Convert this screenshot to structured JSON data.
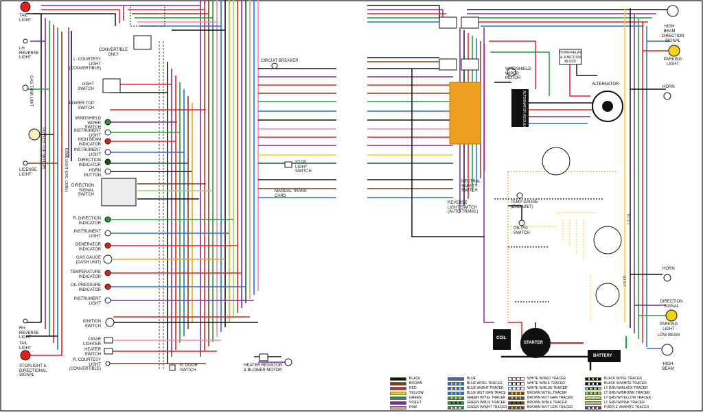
{
  "labels": {
    "tail_light_top": "TAIL\nLIGHT",
    "lh_reverse_light": "LH\nREVERSE\nLIGHT",
    "gas_tank_unit": "GAS TANK\nUNIT",
    "power_top_motor": "POWER\nTOP\nMOTOR",
    "license_light": "LICENSE\nLIGHT",
    "rh_reverse_light": "RH\nREVERSE\nLIGHT",
    "tail_light_bottom": "TAIL\nLIGHT",
    "stoplight_directional": "STOPLIGHT &\nDIRECTIONAL\nSIGNAL",
    "convertible_only": "CONVERTIBLE\nONLY",
    "l_courtesy_light": "L. COURTESY\nLIGHT\n(CONVERTIBLE)",
    "light_switch": "LIGHT\nSWITCH",
    "power_top_switch": "POWER TOP\nSWITCH",
    "windshield_wiper_switch": "WINDSHIELD\nWIPER\nSWITCH",
    "instrument_light_1": "INSTRUMENT\nLIGHT",
    "high_beam_indicator": "HIGH BEAM\nINDICATOR",
    "instrument_light_2": "INSTRUMENT\nLIGHT",
    "direction_indicator": "DIRECTION\nINDICATOR",
    "horn_button": "HORN\nBUTTON",
    "direction_signal_switch": "DIRECTION\nSIGNAL\nSWITCH",
    "r_direction_indicator": "R. DIRECTION\nINDICATOR",
    "instrument_light_3": "INSTRUMENT\nLIGHT",
    "generator_indicator": "GENERATOR\nINDICATOR",
    "gas_gauge": "GAS GAUGE\n(DASH UNIT)",
    "temperature_indicator": "TEMPERATURE\nINDICATOR",
    "oil_pressure_indicator": "OIL PRESSURE\nINDICATOR",
    "instrument_light_4": "INSTRUMENT\nLIGHT",
    "ignition_switch": "IGNITION\nSWITCH",
    "cigar_lighter": "CIGAR\nLIGHTER",
    "heater_switch": "HEATER\nSWITCH",
    "r_courtesy_light": "R. COURTESY\nLIGHT\n(CONVERTIBLE)",
    "dome_light": "DOME LIGHT\n(EXC. CONV.)",
    "circuit_breaker": "CIRCUIT BREAKER",
    "stop_light_switch": "STOP\nLIGHT\nSWITCH",
    "manual_trans_cars": "MANUAL TRANS\nCARS",
    "r_door_switch": "R. DOOR\nSWITCH",
    "heater_resistor_blower": "HEATER RESISTOR\n& BLOWER MOTOR",
    "windshield_wiper_motor": "WINDSHIELD\nWIPER\nMOTOR",
    "horn_relay": "HORN RELAY\n& JUNCTION\nBLOCK",
    "alternator": "ALTERNATOR",
    "alternator_regulator": "ALTERNATOR\nREGULATOR",
    "neutral_safety_switch": "NEUTRAL\nSAFETY\nSWITCH",
    "reverse_light_switch": "REVERSE\nLIGHT SWITCH\n(AUTO-TRANS.)",
    "temp_gauge": "TEMP GAUGE\n(ENG UNIT)",
    "oil_psi_switch": "OIL PSI\nSWITCH",
    "coil": "COIL",
    "starter": "STARTER",
    "battery": "BATTERY",
    "high_beam_top": "HIGH\nBEAM",
    "direction_signal_top": "DIRECTION\nSIGNAL",
    "parking_light_top": "PARKING\nLIGHT",
    "horn_top": "HORN",
    "horn_bottom": "HORN",
    "direction_signal_bottom": "DIRECTION\nSIGNAL",
    "parking_light_bottom": "PARKING\nLIGHT",
    "low_beam": "LOW BEAM",
    "high_beam_bottom": "HIGH\nBEAM",
    "dist_a": "D.I.S.T.",
    "dist_b": "D.I.S.T."
  },
  "legend": [
    {
      "name": "BLACK",
      "color": "#111111",
      "stripe": ""
    },
    {
      "name": "BROWN",
      "color": "#7a3e12",
      "stripe": ""
    },
    {
      "name": "RED",
      "color": "#e0201e",
      "stripe": ""
    },
    {
      "name": "YELLOW",
      "color": "#f4d218",
      "stripe": ""
    },
    {
      "name": "GREEN",
      "color": "#1f9a3a",
      "stripe": ""
    },
    {
      "name": "VIOLET",
      "color": "#7a2aa0",
      "stripe": ""
    },
    {
      "name": "PINK",
      "color": "#f08aa8",
      "stripe": ""
    },
    {
      "name": "BLUE",
      "color": "#2a6bd8",
      "stripe": ""
    },
    {
      "name": "BLUE W/YEL TRACER",
      "color": "#2a6bd8",
      "stripe": "#f4d218"
    },
    {
      "name": "BLUE W/WHT TRACER",
      "color": "#2a6bd8",
      "stripe": "#ffffff"
    },
    {
      "name": "BLUE W/LT GRN TRACE",
      "color": "#2a6bd8",
      "stripe": "#8fd46a"
    },
    {
      "name": "GREEN W/YEL TRACER",
      "color": "#1f9a3a",
      "stripe": "#f4d218"
    },
    {
      "name": "GREEN W/BLK TRACER",
      "color": "#1f9a3a",
      "stripe": "#111111"
    },
    {
      "name": "GREEN W/WHT TRACER",
      "color": "#1f9a3a",
      "stripe": "#ffffff"
    },
    {
      "name": "WHITE W/RED TRACER",
      "color": "#ffffff",
      "stripe": "#e0201e"
    },
    {
      "name": "WHITE W/BLK TRACER",
      "color": "#ffffff",
      "stripe": "#111111"
    },
    {
      "name": "WHITE W/BLUE TRACER",
      "color": "#ffffff",
      "stripe": "#2a6bd8"
    },
    {
      "name": "BROWN W/YEL TRACER",
      "color": "#7a3e12",
      "stripe": "#f4d218"
    },
    {
      "name": "BROWN W/LT GRN TRACER",
      "color": "#7a3e12",
      "stripe": "#8fd46a"
    },
    {
      "name": "BROWN W/BLK TRACER",
      "color": "#7a3e12",
      "stripe": "#111111"
    },
    {
      "name": "BROWN W/LT GRN TRACER",
      "color": "#7a3e12",
      "stripe": "#8fd46a"
    },
    {
      "name": "BLACK W/YEL TRACER",
      "color": "#111111",
      "stripe": "#f4d218"
    },
    {
      "name": "BLACK W/WHITE TRACER",
      "color": "#111111",
      "stripe": "#ffffff"
    },
    {
      "name": "LT GRN W/BLACK TRACER",
      "color": "#8fd46a",
      "stripe": "#111111"
    },
    {
      "name": "LT GRN W/BROWN TRACER",
      "color": "#8fd46a",
      "stripe": "#7a3e12"
    },
    {
      "name": "LT GRN W/YELLOW TRACER",
      "color": "#8fd46a",
      "stripe": "#f4d218"
    },
    {
      "name": "LT GRN W/PINK TRACER",
      "color": "#8fd46a",
      "stripe": "#f08aa8"
    },
    {
      "name": "PURPLE W/WHITE TRACER",
      "color": "#7a2aa0",
      "stripe": "#ffffff"
    }
  ],
  "colors": {
    "black": "#111111",
    "brown": "#7a3e12",
    "red": "#e0201e",
    "yellow": "#f4d218",
    "green": "#1f9a3a",
    "violet": "#7a2aa0",
    "pink": "#f08aa8",
    "blue": "#2a6bd8",
    "ltgreen": "#8fd46a",
    "orange": "#f0a020",
    "white": "#ffffff",
    "grey": "#9a9a9a",
    "darkgreen": "#0d5a2a",
    "lightblue": "#7ab8e8",
    "tan": "#d2a36a"
  }
}
